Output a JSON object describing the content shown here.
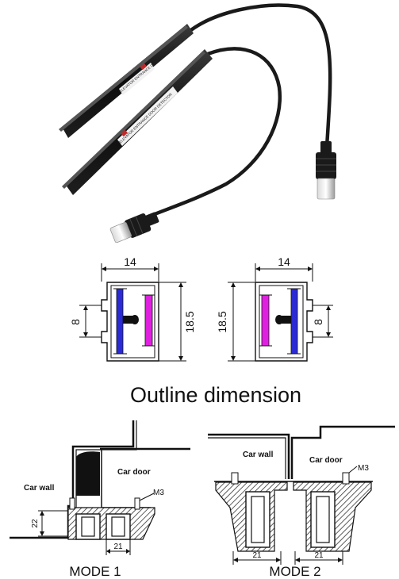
{
  "product_photo": {
    "sticker_texts": [
      "ELEVATOR ENTRANCE DOOR DETECTOR",
      "ELEVATOR ENTRANCE DOOR DETECTOR"
    ]
  },
  "outline": {
    "left": {
      "width_label": "14",
      "height_label": "18.5",
      "slot_label": "8"
    },
    "right": {
      "width_label": "14",
      "height_label": "18.5",
      "slot_label": "8"
    },
    "title": "Outline dimension"
  },
  "mode1": {
    "car_door": "Car door",
    "car_wall": "Car wall",
    "screw": "M3",
    "dim_height": "22",
    "dim_width": "21",
    "caption": "MODE 1"
  },
  "mode2": {
    "car_wall": "Car wall",
    "car_door": "Car door",
    "screw": "M3",
    "dim_left": "21",
    "dim_right": "21",
    "caption": "MODE 2"
  },
  "colors": {
    "emitter_blue": "#2b2bd6",
    "receiver_magenta": "#e020e0",
    "cable_black": "#1a1a1a",
    "bracket_hatch": "#333333"
  }
}
